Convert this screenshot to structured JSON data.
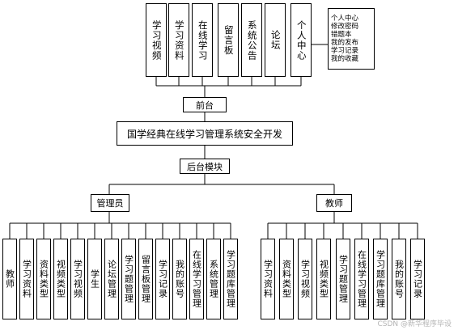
{
  "root": "国学经典在线学习管理系统安全开发",
  "front": {
    "label": "前台",
    "modules": [
      "学习视频",
      "学习资料",
      "在线学习",
      "留言板",
      "系统公告",
      "论坛",
      "个人中心"
    ],
    "personal_details": [
      "个人中心",
      "修改密码",
      "错题本",
      "我的发布",
      "学习记录",
      "我的收藏"
    ]
  },
  "back": {
    "label": "后台模块",
    "admin": {
      "label": "管理员",
      "modules": [
        "教师",
        "学习资料",
        "资料类型",
        "视频类型",
        "学习视频",
        "学生",
        "论坛管理",
        "学习题管理",
        "留言板管理",
        "学习记录",
        "我的账号",
        "在线学习管理",
        "系统管理",
        "学习题库管理"
      ]
    },
    "teacher": {
      "label": "教师",
      "modules": [
        "学习资料",
        "资料类型",
        "学习视频",
        "视频类型",
        "学习题管理",
        "在线学习管理",
        "学习题库管理",
        "我的账号",
        "学习记录"
      ]
    }
  },
  "watermark": "CSDN @新华程序毕设"
}
